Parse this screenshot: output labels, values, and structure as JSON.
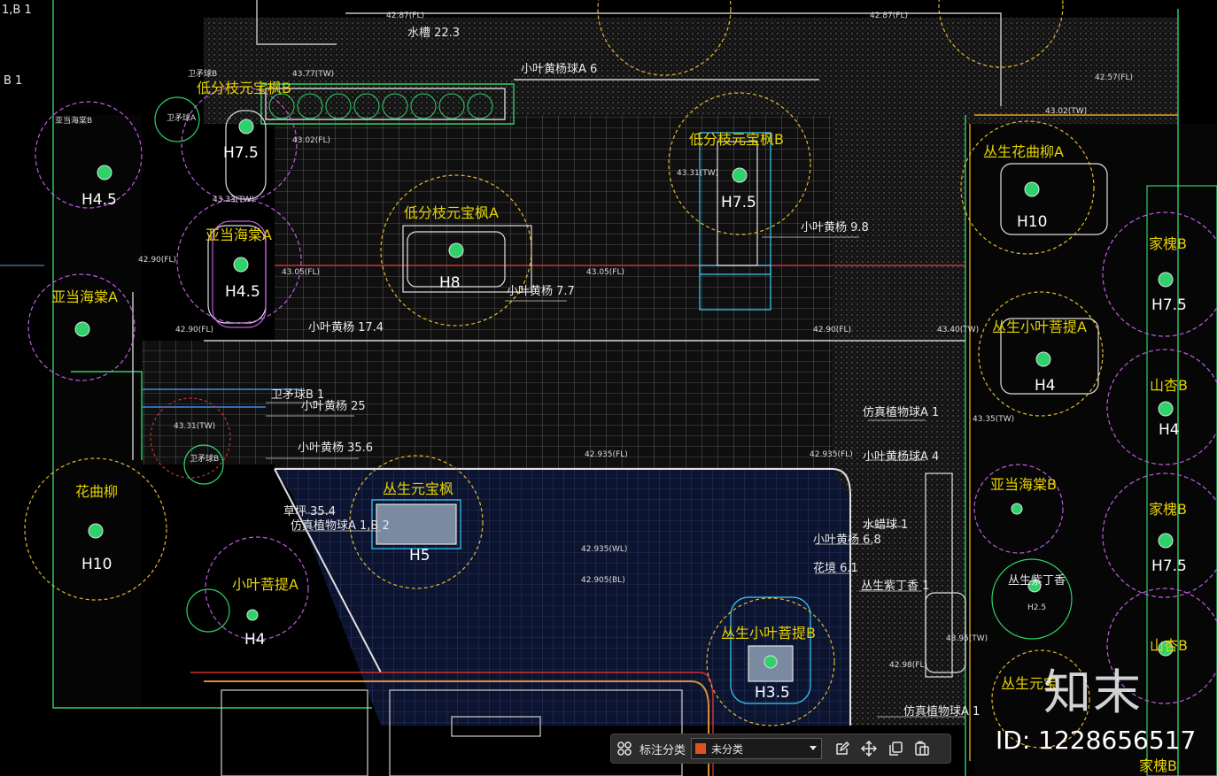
{
  "toolbar": {
    "label": "标注分类",
    "select_value": "未分类",
    "swatch_color": "#e0521f",
    "icons": [
      "grid-icon",
      "edit-icon",
      "move-icon",
      "copy-icon",
      "paste-icon"
    ]
  },
  "watermark": {
    "logo": "知末",
    "id": "ID: 1228656517"
  },
  "labels": {
    "l1": "1,B 1",
    "l2": "B 1",
    "l3": "42.87(FL)",
    "l4": "水槽 22.3",
    "l5": "42.87(FL)",
    "l6": "小叶黄杨球A 6",
    "l7": "43.77(TW)",
    "l8": "卫矛球B",
    "l9": "低分枝元宝枫B",
    "l10": "亚当海棠B",
    "l11": "卫矛球A",
    "l12": "H7.5",
    "l13": "H4.5",
    "l14": "43.02(FL)",
    "l15": "43.33(TW)",
    "l16": "亚当海棠A",
    "l17": "低分枝元宝枫A",
    "l18": "低分枝元宝枫B",
    "l19": "H7.5",
    "l20": "43.31(TW)",
    "l21": "小叶黄杨 9.8",
    "l22": "丛生花曲柳A",
    "l23": "H10",
    "l24": "家槐B",
    "l25": "H7.5",
    "l26": "42.90(FL)",
    "l27": "43.05(FL)",
    "l28": "H8",
    "l29": "小叶黄杨 7.7",
    "l30": "43.05(FL)",
    "l31": "亚当海棠A",
    "l32": "H4.5",
    "l33": "小叶黄杨 17.4",
    "l34": "42.90(FL)",
    "l35": "42.90(FL)",
    "l36": "43.40(TW)",
    "l37": "丛生小叶菩提A",
    "l38": "H4",
    "l39": "山杏B",
    "l40": "H4",
    "l41": "卫矛球B 1",
    "l42": "小叶黄杨 25",
    "l43": "仿真植物球A 1",
    "l44": "43.31(TW)",
    "l45": "卫矛球B",
    "l46": "小叶黄杨 35.6",
    "l47": "42.935(FL)",
    "l48": "42.935(FL)",
    "l49": "小叶黄杨球A 4",
    "l50": "43.35(TW)",
    "l51": "花曲柳",
    "l52": "H10",
    "l53": "丛生元宝枫",
    "l54": "H5",
    "l55": "草坪 35.4",
    "l56": "仿真植物球A 1,B 2",
    "l57": "水蜡球 1",
    "l58": "小叶黄杨 6.8",
    "l59": "花境 6.1",
    "l60": "42.935(WL)",
    "l61": "丛生紫丁香 1",
    "l62": "亚当海棠B",
    "l63": "家槐B",
    "l64": "H7.5",
    "l65": "丛生紫丁香",
    "l66": "H2.5",
    "l67": "小叶菩提A",
    "l68": "H4",
    "l69": "42.905(BL)",
    "l70": "丛生小叶菩提B",
    "l71": "H3.5",
    "l72": "山杏B",
    "l73": "丛生元宝",
    "l74": "仿真植物球A 1",
    "l75": "42.98(FL)",
    "l76": "43.95(TW)",
    "l77": "家槐B",
    "l78": "42.57(FL)",
    "l79": "43.02(TW)"
  }
}
